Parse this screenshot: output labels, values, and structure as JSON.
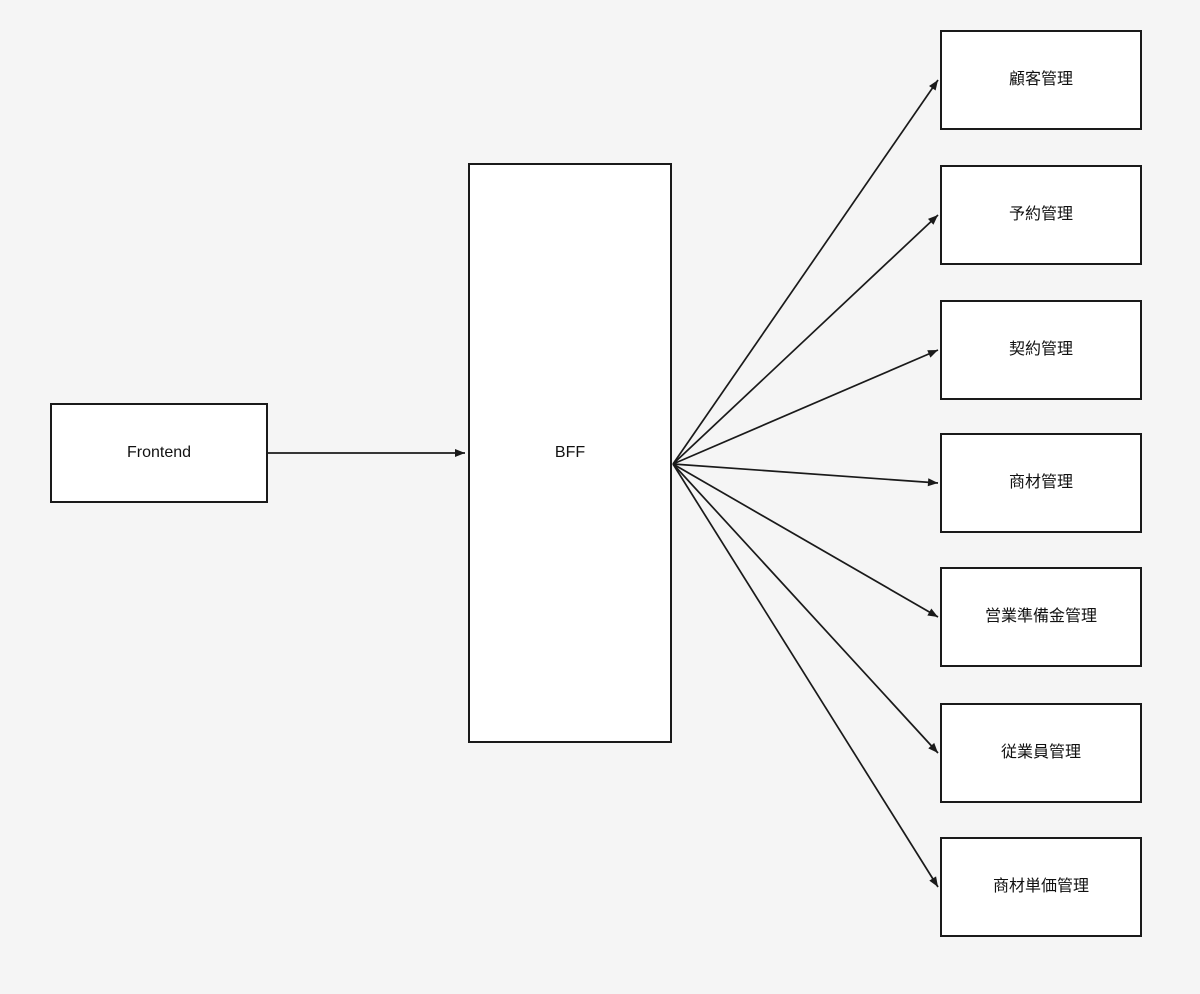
{
  "diagram": {
    "title": "BFF service architecture diagram",
    "colors": {
      "background": "#f5f5f5",
      "node_fill": "#ffffff",
      "node_border": "#1a1a1a",
      "arrow": "#1a1a1a",
      "text": "#111111"
    },
    "nodes": {
      "frontend": {
        "label": "Frontend"
      },
      "bff": {
        "label": "BFF"
      },
      "services": [
        {
          "label": "顧客管理"
        },
        {
          "label": "予約管理"
        },
        {
          "label": "契約管理"
        },
        {
          "label": "商材管理"
        },
        {
          "label": "営業準備金管理"
        },
        {
          "label": "従業員管理"
        },
        {
          "label": "商材単価管理"
        }
      ]
    },
    "edges": [
      {
        "from": "Frontend",
        "to": "BFF"
      },
      {
        "from": "BFF",
        "to": "顧客管理"
      },
      {
        "from": "BFF",
        "to": "予約管理"
      },
      {
        "from": "BFF",
        "to": "契約管理"
      },
      {
        "from": "BFF",
        "to": "商材管理"
      },
      {
        "from": "BFF",
        "to": "営業準備金管理"
      },
      {
        "from": "BFF",
        "to": "従業員管理"
      },
      {
        "from": "BFF",
        "to": "商材単価管理"
      }
    ]
  }
}
